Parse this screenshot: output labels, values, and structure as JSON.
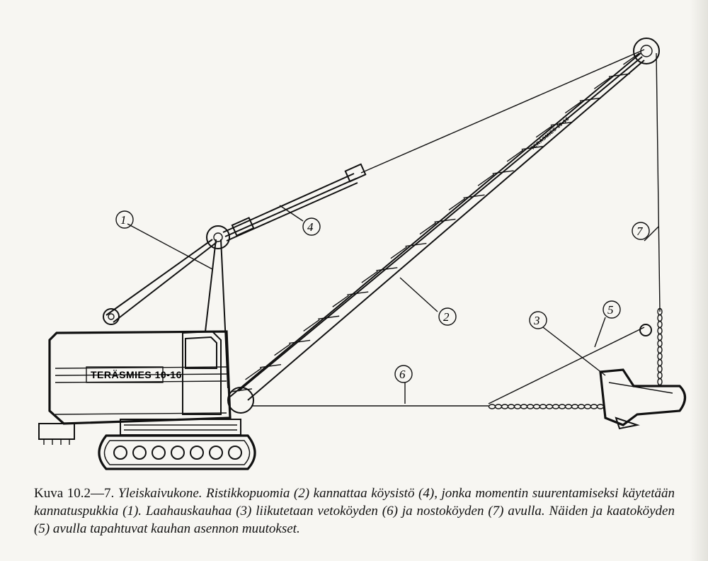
{
  "figure": {
    "brand_label": "TERÄSMIES 10-16",
    "boom_label": "TERÄSMIES 10-16",
    "callouts": [
      {
        "id": "1",
        "text": "1"
      },
      {
        "id": "2",
        "text": "2"
      },
      {
        "id": "3",
        "text": "3"
      },
      {
        "id": "4",
        "text": "4"
      },
      {
        "id": "5",
        "text": "5"
      },
      {
        "id": "6",
        "text": "6"
      },
      {
        "id": "7",
        "text": "7"
      }
    ]
  },
  "caption": {
    "lead": "Kuva 10.2—7.",
    "body": "Yleiskaivukone. Ristikkopuomia (2) kannattaa köysistö (4), jonka momentin suurentamiseksi käytetään kannatuspukkia (1). Laahauskauhaa (3) liikutetaan vetoköyden (6) ja nostoköyden (7) avulla. Näiden ja kaatoköyden (5) avulla tapahtuvat kauhan asennon muutokset."
  }
}
